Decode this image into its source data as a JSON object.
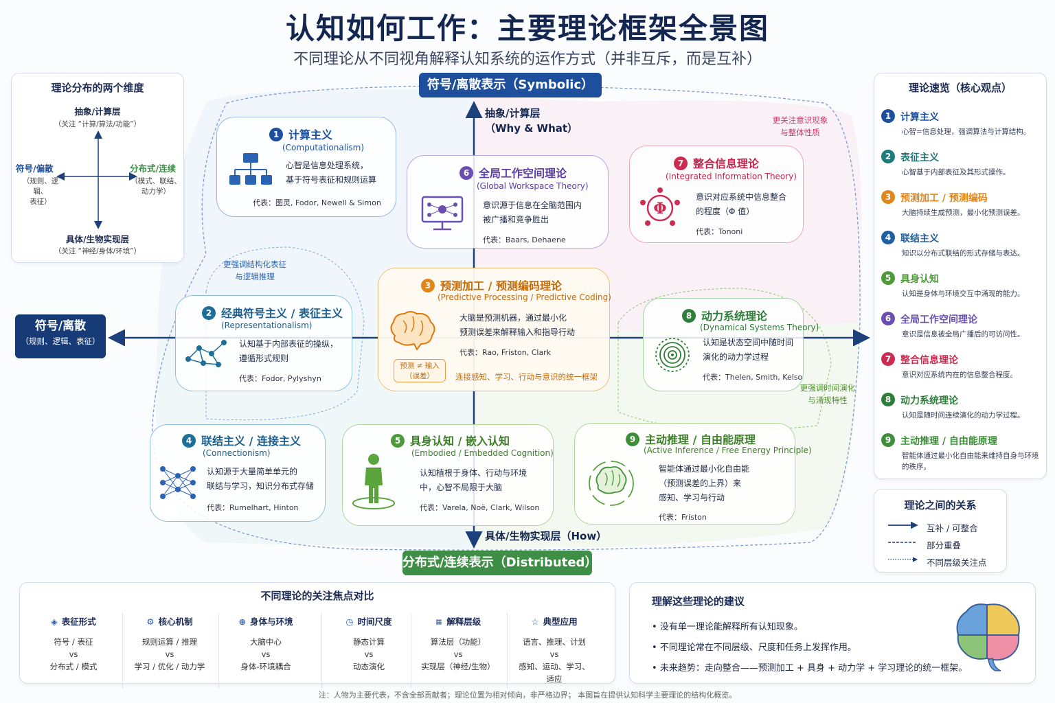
{
  "header": {
    "title": "认知如何工作：主要理论框架全景图",
    "subtitle": "不同理论从不同视角解释认知系统的运作方式（并非互斥，而是互补）"
  },
  "dimensions_panel": {
    "title": "理论分布的两个维度",
    "top_label": "抽象/计算层",
    "top_note": "（关注 “计算/算法/功能”）",
    "left_label": "符号/偏散",
    "left_note_1": "（规则、逻辑、",
    "left_note_2": "表征）",
    "right_label": "分布式/连续",
    "right_note_1": "（模式、联结、",
    "right_note_2": "动力学）",
    "bottom_label": "具体/生物实现层",
    "bottom_note": "（关注 “神经/身体/环境”）"
  },
  "axes": {
    "top_pill": "符号/离散表示（Symbolic）",
    "bottom_pill": "分布式/连续表示（Distributed）",
    "left_pill_1": "符号/离散",
    "left_pill_2": "（规则、逻辑、表征）",
    "up_label_1": "抽象/计算层",
    "up_label_2": "（Why & What）",
    "down_label": "具体/生物实现层（How）"
  },
  "region_notes": {
    "consciousness_1": "更关注意识现象",
    "consciousness_2": "与整体性质",
    "structure_1": "更强调结构化表征",
    "structure_2": "与逻辑推理",
    "time_1": "更强调时间演化",
    "time_2": "与涌现特性"
  },
  "cards": [
    {
      "num": "1",
      "title": "计算主义",
      "sub": "(Computationalism)",
      "desc1": "心智是信息处理系统，",
      "desc2": "基于符号表征和规则运算",
      "rep": "代表：图灵, Fodor, Newell & Simon",
      "color": "#1d4f9c",
      "icon": "hierarchy-icon"
    },
    {
      "num": "2",
      "title": "经典符号主义 / 表征主义",
      "sub": "(Representationalism)",
      "desc1": "认知基于内部表征的操纵，",
      "desc2": "遵循形式规则",
      "rep": "代表：Fodor, Pylyshyn",
      "color": "#1d6f97",
      "icon": "network-icon"
    },
    {
      "num": "3",
      "title": "预测加工 / 预测编码理论",
      "sub": "(Predictive Processing / Predictive Coding)",
      "desc1": "大脑是预测机器，通过最小化",
      "desc2": "预测误差来解释输入和指导行动",
      "rep": "代表：Rao, Friston, Clark",
      "color": "#e0861a",
      "icon": "brain-icon",
      "badge1": "预测 ≠ 输入",
      "badge2": "（误差）",
      "extra": "连接感知、学习、行动与意识的统一框架"
    },
    {
      "num": "4",
      "title": "联结主义 / 连接主义",
      "sub": "(Connectionism)",
      "desc1": "认知源于大量简单单元的",
      "desc2": "联结与学习，知识分布式存储",
      "rep": "代表：Rumelhart, Hinton",
      "color": "#1d6f97",
      "icon": "neural-net-icon"
    },
    {
      "num": "5",
      "title": "具身认知 / 嵌入认知",
      "sub": "(Embodied / Embedded Cognition)",
      "desc1": "认知植根于身体、行动与环境",
      "desc2": "中，心智不局限于大脑",
      "rep": "代表：Varela, Noë, Clark, Wilson",
      "color": "#4e9a3a",
      "icon": "person-icon"
    },
    {
      "num": "6",
      "title": "全局工作空间理论",
      "sub": "(Global Workspace Theory)",
      "desc1": "意识源于信息在全脑范围内",
      "desc2": "被广播和竞争胜出",
      "rep": "代表：Baars, Dehaene",
      "color": "#6a4fb0",
      "icon": "broadcast-monitor-icon"
    },
    {
      "num": "7",
      "title": "整合信息理论",
      "sub": "(Integrated Information Theory)",
      "desc1": "意识对应系统中信息整合",
      "desc2": "的程度（Φ 值）",
      "rep": "代表：Tononi",
      "color": "#cc2b52",
      "icon": "phi-icon"
    },
    {
      "num": "8",
      "title": "动力系统理论",
      "sub": "(Dynamical Systems Theory)",
      "desc1": "认知是状态空间中随时间",
      "desc2": "演化的动力学过程",
      "rep": "代表：Thelen, Smith, Kelso",
      "color": "#2e7d3a",
      "icon": "spiral-icon"
    },
    {
      "num": "9",
      "title": "主动推理 / 自由能原理",
      "sub": "(Active Inference / Free Energy Principle)",
      "desc1": "智能体通过最小化自由能",
      "desc2": "（预测误差的上界）来",
      "desc3": "感知、学习与行动",
      "rep": "代表：Friston",
      "color": "#3f8f3a",
      "icon": "brain-cycle-icon"
    }
  ],
  "overview": {
    "title": "理论速览（核心观点）",
    "items": [
      {
        "num": "1",
        "title": "计算主义",
        "desc": "心智=信息处理，强调算法与计算结构。",
        "color": "#1d4f9c"
      },
      {
        "num": "2",
        "title": "表征主义",
        "desc": "心智基于内部表征及其形式操作。",
        "color": "#1d7a78"
      },
      {
        "num": "3",
        "title": "预测加工 / 预测编码",
        "desc": "大脑持续生成预测，最小化预测误差。",
        "color": "#e0861a"
      },
      {
        "num": "4",
        "title": "联结主义",
        "desc": "知识以分布式联结的形式存储与表达。",
        "color": "#1d5fa0"
      },
      {
        "num": "5",
        "title": "具身认知",
        "desc": "认知是身体与环境交互中涌现的能力。",
        "color": "#4e9a3a"
      },
      {
        "num": "6",
        "title": "全局工作空间理论",
        "desc": "意识是信息被全局广播后的可访问性。",
        "color": "#6a4fb0"
      },
      {
        "num": "7",
        "title": "整合信息理论",
        "desc": "意识对应系统内在的信息整合程度。",
        "color": "#cc2b52"
      },
      {
        "num": "8",
        "title": "动力系统理论",
        "desc": "认知是随时间连续演化的动力学过程。",
        "color": "#2e7d3a"
      },
      {
        "num": "9",
        "title": "主动推理 / 自由能原理",
        "desc": "智能体通过最小化自由能来维持自身与环境的秩序。",
        "color": "#3f8f3a"
      }
    ]
  },
  "relations": {
    "title": "理论之间的关系",
    "items": [
      "互补 / 可整合",
      "部分重叠",
      "不同层级关注点"
    ]
  },
  "comparison": {
    "title": "不同理论的关注焦点对比",
    "vs": "vs",
    "columns": [
      {
        "head": "表征形式",
        "a": "符号 / 表征",
        "b": "分布式 / 模式",
        "icon": "shapes-icon"
      },
      {
        "head": "核心机制",
        "a": "规则运算 / 推理",
        "b": "学习 / 优化 / 动力学",
        "icon": "gears-icon"
      },
      {
        "head": "身体与环境",
        "a": "大脑中心",
        "b": "身体-环境耦合",
        "icon": "globe-person-icon"
      },
      {
        "head": "时间尺度",
        "a": "静态计算",
        "b": "动态演化",
        "icon": "clock-icon"
      },
      {
        "head": "解释层级",
        "a": "算法层（功能）",
        "b": "实现层（神经/生物）",
        "icon": "layers-icon"
      },
      {
        "head": "典型应用",
        "a": "语言、推理、计划",
        "b": "感知、运动、学习、",
        "b2": "适应",
        "icon": "star-icon"
      }
    ]
  },
  "suggestions": {
    "title": "理解这些理论的建议",
    "items": [
      "没有单一理论能解释所有认知现象。",
      "不同理论常在不同层级、尺度和任务上发挥作用。",
      "未来趋势：走向整合——预测加工 + 具身 + 动力学 + 学习理论的统一框架。"
    ]
  },
  "footnote": "注：人物为主要代表，不含全部贡献者；理论位置为相对倾向，非严格边界；  本图旨在提供认知科学主要理论的结构化概览。"
}
